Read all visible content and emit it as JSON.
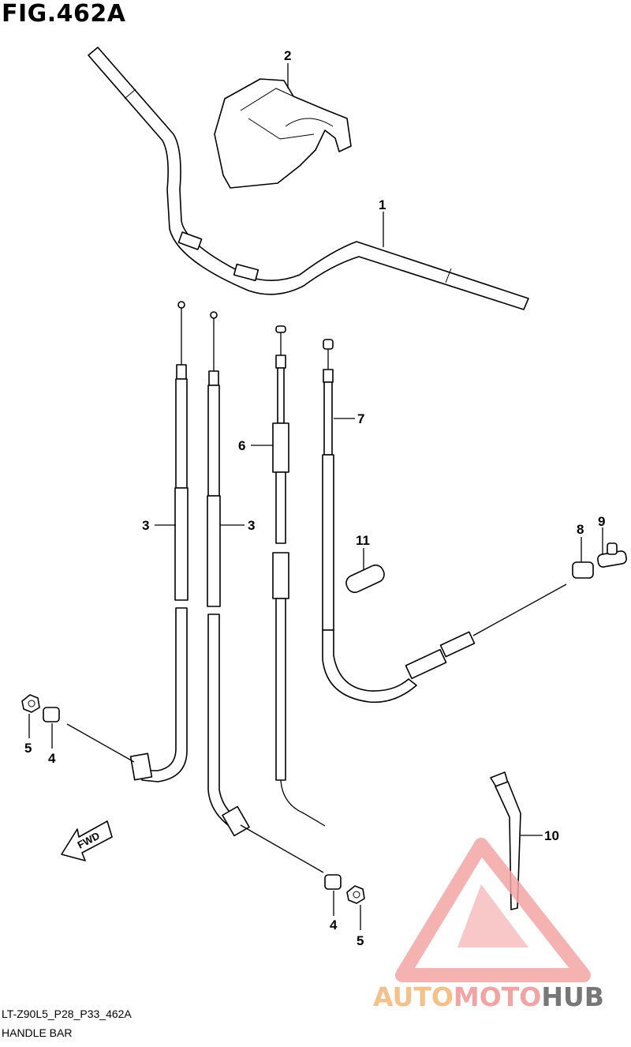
{
  "figure": {
    "title": "FIG.462A"
  },
  "footer": {
    "code": "LT-Z90L5_P28_P33_462A",
    "name": "HANDLE BAR"
  },
  "callouts": {
    "c1": "1",
    "c2": "2",
    "c3a": "3",
    "c3b": "3",
    "c4a": "4",
    "c4b": "4",
    "c5a": "5",
    "c5b": "5",
    "c6": "6",
    "c7": "7",
    "c8": "8",
    "c9": "9",
    "c10": "10",
    "c11": "11"
  },
  "fwd": {
    "label": "FWD"
  },
  "watermark": {
    "part1": "AUTO",
    "part2": "MOTO",
    "part3": "HUB"
  },
  "colors": {
    "wm_orange": "#f6c08a",
    "wm_red": "#f2a4a2",
    "wm_gray": "#777777",
    "line": "#000000"
  }
}
